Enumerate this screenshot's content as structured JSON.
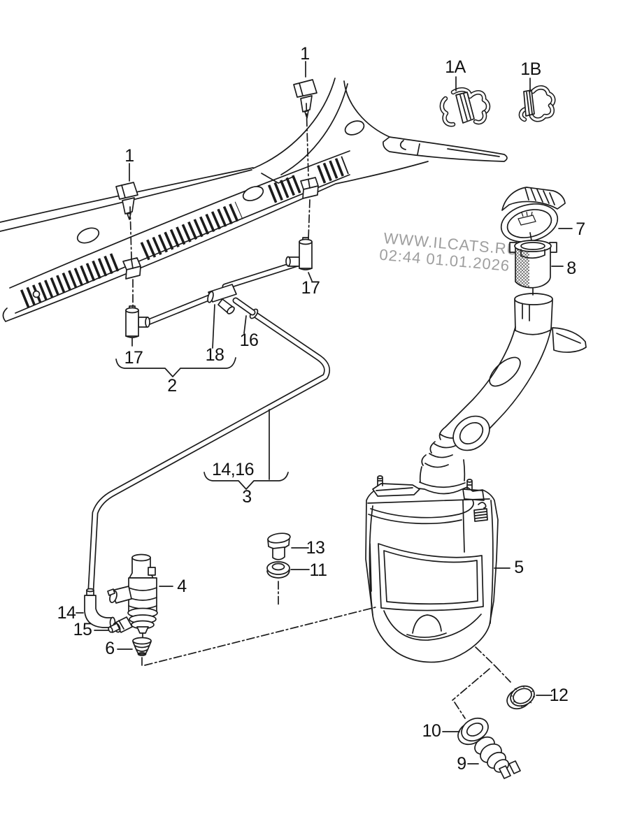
{
  "watermark": {
    "line1": "WWW.ILCATS.RU",
    "line2": "02:44 01.01.2026",
    "color": "#9e9e9e"
  },
  "colors": {
    "line": "#1b1b1b",
    "background": "#ffffff"
  },
  "icons": {
    "cap_symbol": "windshield-washer-spray-icon"
  },
  "callouts": [
    {
      "id": "nozzle-top",
      "text": "1"
    },
    {
      "id": "nozzle-left",
      "text": "1"
    },
    {
      "id": "clip-a",
      "text": "1A"
    },
    {
      "id": "clip-b",
      "text": "1B"
    },
    {
      "id": "hose-group-2",
      "text": "2"
    },
    {
      "id": "hose-group-3",
      "text": "3"
    },
    {
      "id": "pump",
      "text": "4"
    },
    {
      "id": "reservoir",
      "text": "5"
    },
    {
      "id": "grommet-pump",
      "text": "6"
    },
    {
      "id": "filler-cap",
      "text": "7"
    },
    {
      "id": "strainer",
      "text": "8"
    },
    {
      "id": "level-sensor",
      "text": "9"
    },
    {
      "id": "sensor-grommet",
      "text": "10"
    },
    {
      "id": "tank-grommet",
      "text": "11"
    },
    {
      "id": "sealing-cap",
      "text": "12"
    },
    {
      "id": "plug",
      "text": "13"
    },
    {
      "id": "elbow-piece",
      "text": "14"
    },
    {
      "id": "connector-piece",
      "text": "15"
    },
    {
      "id": "hose-16",
      "text": "16"
    },
    {
      "id": "elbow-17-left",
      "text": "17"
    },
    {
      "id": "elbow-17-right",
      "text": "17"
    },
    {
      "id": "t-piece-18",
      "text": "18"
    },
    {
      "id": "hose-pair",
      "text": "14,16"
    }
  ]
}
